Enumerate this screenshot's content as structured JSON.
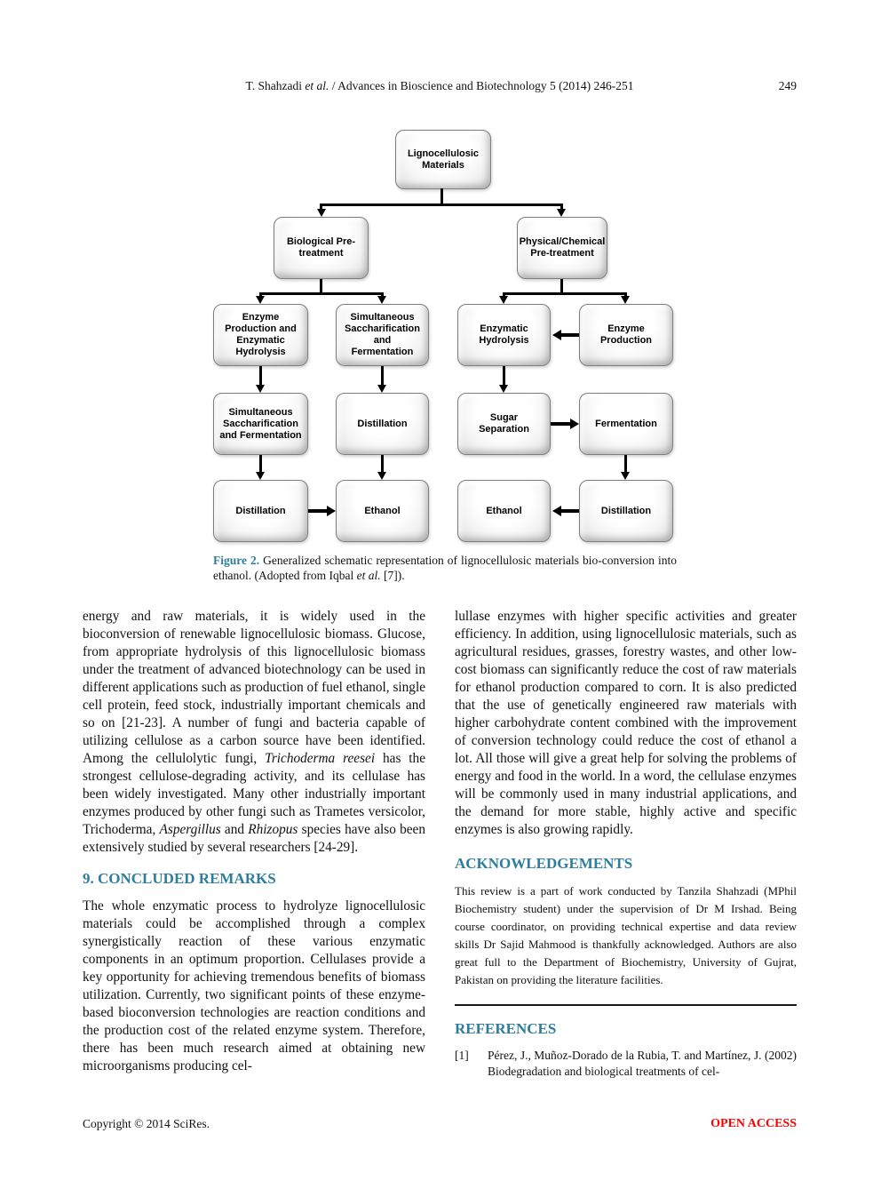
{
  "colors": {
    "accent": "#2E7D9E",
    "open_access_red": "#FF0000",
    "line": "#000000"
  },
  "header": {
    "running_title": [
      {
        "t": "T. Shahzadi "
      },
      {
        "t": "et al.",
        "i": true
      },
      {
        "t": " / Advances in Bioscience and Biotechnology 5 (2014) 246-251"
      }
    ],
    "page_number": "249"
  },
  "figure": {
    "caption": [
      {
        "t": "Figure 2.",
        "b": true,
        "c": "#2E7D9E"
      },
      {
        "t": " Generalized schematic representation of lignocellulosic materials bio-conversion into ethanol. (Adopted from Iqbal "
      },
      {
        "t": "et al.",
        "i": true
      },
      {
        "t": " [7])."
      }
    ],
    "nodes": {
      "root": "Lignocellulosic Materials",
      "bio": "Biological Pre-treatment",
      "phys": "Physical/Chemical Pre-treatment",
      "epeh": "Enzyme Production and Enzymatic Hydrolysis",
      "ssf1": "Simultaneous Saccharification and Fermentation",
      "eh": "Enzymatic Hydrolysis",
      "ep": "Enzyme Production",
      "ssf2": "Simultaneous Saccharification and Fermentation",
      "dist1": "Distillation",
      "sugar": "Sugar Separation",
      "ferm": "Fermentation",
      "dist2": "Distillation",
      "eth1": "Ethanol",
      "eth2": "Ethanol",
      "dist3": "Distillation"
    },
    "edges": [
      [
        "root",
        "bio"
      ],
      [
        "root",
        "phys"
      ],
      [
        "bio",
        "epeh"
      ],
      [
        "bio",
        "ssf1"
      ],
      [
        "phys",
        "eh"
      ],
      [
        "phys",
        "ep"
      ],
      [
        "ep",
        "eh"
      ],
      [
        "epeh",
        "ssf2"
      ],
      [
        "ssf1",
        "dist1"
      ],
      [
        "eh",
        "sugar"
      ],
      [
        "sugar",
        "ferm"
      ],
      [
        "ssf2",
        "dist2"
      ],
      [
        "dist1",
        "eth1"
      ],
      [
        "ferm",
        "dist3"
      ],
      [
        "dist2",
        "eth1"
      ],
      [
        "dist3",
        "eth2"
      ]
    ]
  },
  "body": {
    "left_para_continued": [
      {
        "t": "energy and raw materials, it is widely used in the bioconversion of renewable lignocellulosic biomass. Glucose, from appropriate hydrolysis of this lignocellulosic biomass under the treatment of advanced biotechnology can be used in different applications such as production of fuel ethanol, single cell protein, feed stock, industrially important chemicals and so on [21-23]. A number of fungi and bacteria capable of utilizing cellulose as a carbon source have been identified. Among the cellulolytic fungi, "
      },
      {
        "t": "Trichoderma reesei",
        "i": true
      },
      {
        "t": " has the strongest cellulose-degrading activity, and its cellulase has been widely investigated. Many other industrially important enzymes produced by other fungi such as Trametes versicolor, Trichoderma, "
      },
      {
        "t": "Aspergillus",
        "i": true
      },
      {
        "t": " and "
      },
      {
        "t": "Rhizopus",
        "i": true
      },
      {
        "t": " species have also been extensively studied by several researchers [24-29]."
      }
    ],
    "section9": {
      "heading": "9. CONCLUDED REMARKS",
      "para": "The whole enzymatic process to hydrolyze lignocellulosic materials could be accomplished through a complex synergistically reaction of these various enzymatic components in an optimum proportion. Cellulases provide a key opportunity for achieving tremendous benefits of biomass utilization. Currently, two significant points of these enzyme-based bioconversion technologies are reaction conditions and the production cost of the related enzyme system. Therefore, there has been much research aimed at obtaining new microorganisms producing cel-"
    },
    "right_para": "lullase enzymes with higher specific activities and greater efficiency. In addition, using lignocellulosic materials, such as agricultural residues, grasses, forestry wastes, and other low-cost biomass can significantly reduce the cost of raw materials for ethanol production compared to corn. It is also predicted that the use of genetically engineered raw materials with higher carbohydrate content combined with the improvement of conversion technology could reduce the cost of ethanol a lot. All those will give a great help for solving the problems of energy and food in the world. In a word, the cellulase enzymes will be commonly used in many industrial applications, and the demand for more stable, highly active and specific enzymes is also growing rapidly.",
    "acknowledgements": {
      "heading": "ACKNOWLEDGEMENTS",
      "text": "This review is a part of work conducted by Tanzila Shahzadi (MPhil Biochemistry student) under the supervision of Dr M Irshad. Being course coordinator, on providing technical expertise and data review skills Dr Sajid Mahmood is thankfully acknowledged. Authors are also great full to the Department of Biochemistry, University of Gujrat, Pakistan on providing the literature facilities."
    },
    "references": {
      "heading": "REFERENCES",
      "items": [
        {
          "num": "[1]",
          "text": "Pérez, J., Muñoz-Dorado de la Rubia, T. and Martínez, J. (2002) Biodegradation and biological treatments of cel-"
        }
      ]
    }
  },
  "footer": {
    "copyright": "Copyright © 2014 SciRes.",
    "open_access": "OPEN ACCESS"
  }
}
